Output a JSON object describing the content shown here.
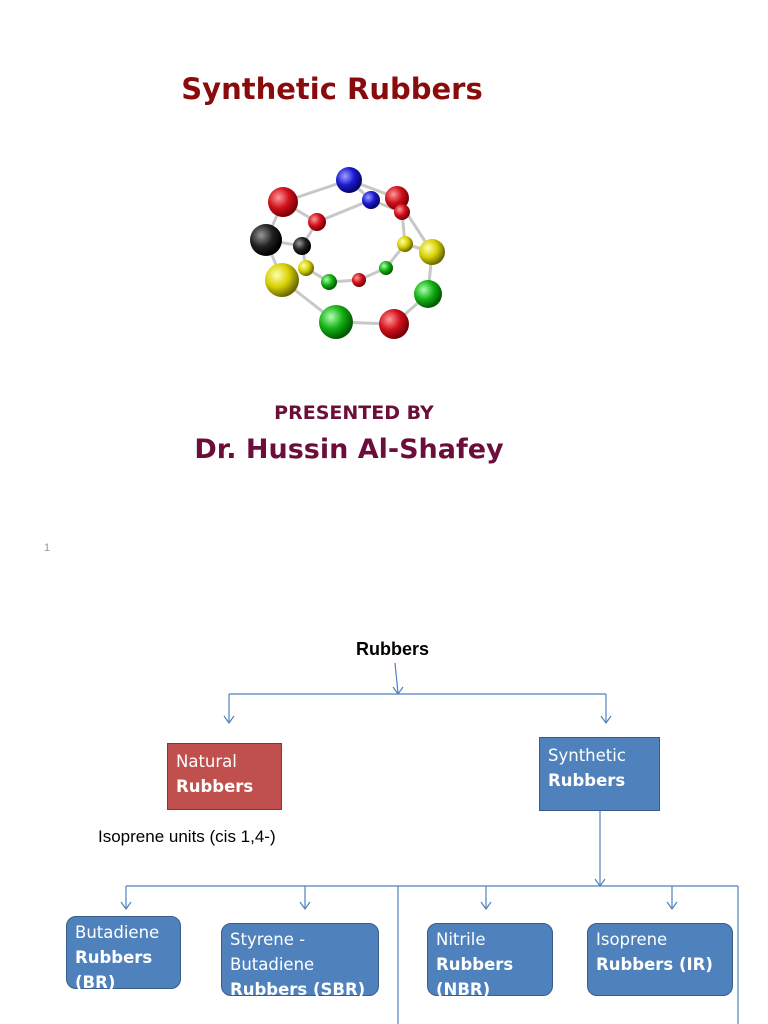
{
  "slide1": {
    "title": "Synthetic Rubbers",
    "presented_by": "PRESENTED BY",
    "author": "Dr. Hussin Al-Shafey",
    "page_number": "1"
  },
  "slide2": {
    "root": "Rubbers",
    "natural": {
      "line1": "Natural",
      "line2": "Rubbers"
    },
    "natural_note": "Isoprene units (cis 1,4-)",
    "synthetic": {
      "line1": "Synthetic",
      "line2": "Rubbers"
    },
    "types": [
      {
        "line1": "Butadiene",
        "line2": "Rubbers",
        "line3": "(BR)"
      },
      {
        "line1": "Styrene -",
        "line2": "Butadiene",
        "line3": "Rubbers (SBR)"
      },
      {
        "line1": "Nitrile",
        "line2": "Rubbers",
        "line3": "(NBR)"
      },
      {
        "line1": "Isoprene",
        "line2": "Rubbers (IR)"
      }
    ]
  },
  "colors": {
    "title": "#8a0b0b",
    "author": "#6b0f3a",
    "natural_box": "#c0504d",
    "synthetic_box": "#4f81bd",
    "connector": "#4f81bd"
  },
  "icons": [
    "molecule-ring-image"
  ]
}
